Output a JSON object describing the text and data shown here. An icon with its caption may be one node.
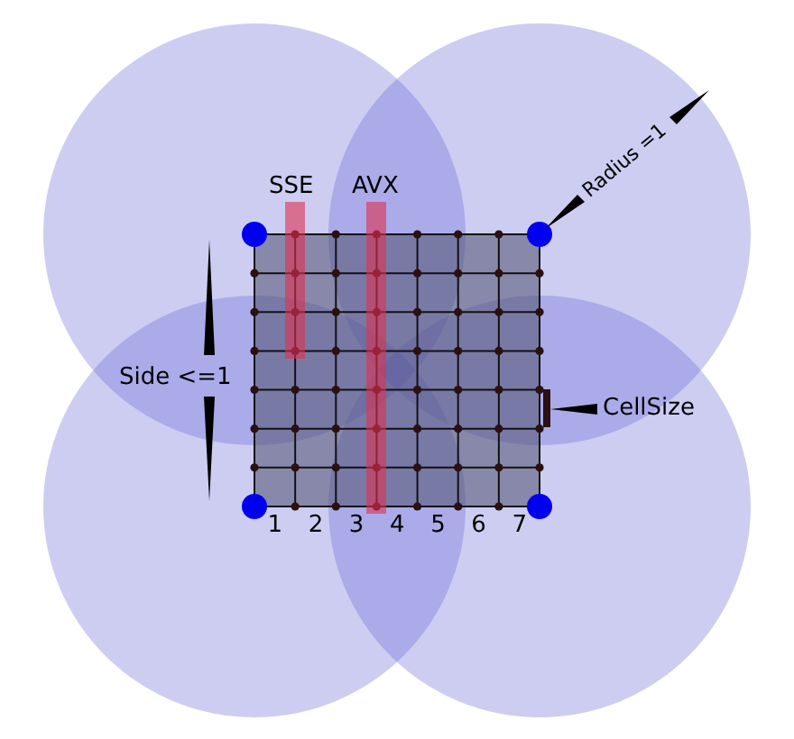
{
  "diagram": {
    "labels": [
      "SSE",
      "AVX",
      "Radius =1",
      "Side <=1",
      "CellSize",
      "1",
      "2",
      "3",
      "4",
      "5",
      "6",
      "7"
    ]
  }
}
